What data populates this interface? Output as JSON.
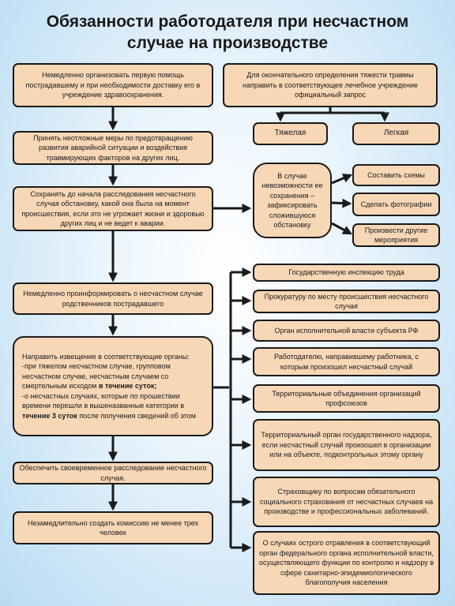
{
  "title_line1": "Обязанности работодателя при несчастном",
  "title_line2": "случае на производстве",
  "left": {
    "b1": "Немедленно организовать первую помощь пострадавшему и при необходимости доставку его в учреждение здравоохранения.",
    "b2": "Принять неотложные меры по предотвращению развития аварийной ситуации и воздействия травмирующих факторов на других лиц.",
    "b3": "Сохранять до начала расследования несчастного случая обстановку, какой она была на момент происшествия, если это не угрожает жизни и здоровью других лиц и не ведет к аварии.",
    "b4": "Немедленно проинформировать о несчастном случае родственников пострадавшего",
    "b5_p1": "Направить извещение в соответствующие органы:",
    "b5_p2": "-при тяжелом несчастном случае, групповом несчастном случае, несчастным случаем со смертельным исходом ",
    "b5_p2_bold": "в течение суток",
    "b5_p3": "-о несчастных случаях, которые по прошествии времени перешли в вышеназванные категории в ",
    "b5_p3_bold": "течение 3 суток",
    "b5_p4": " после получения сведений об этом",
    "b6": "Обеспечить своевременное расследование несчастного случая.",
    "b7": "Незамедлительно создать комиссию не менее трех человек"
  },
  "right_top": {
    "box": "Для окончательного определения тяжести травмы направить в соответствующее лечебное учреждение официальный запрос",
    "heavy": "Тяжелая",
    "light": "Легкая"
  },
  "middle": {
    "case": "В случае невозможности ее сохранения – зафиксировать сложившуюся обстановку",
    "scheme": "Составить схемы",
    "photo": "Сделать фотографии",
    "other": "Произвести другие мероприятия"
  },
  "recipients": [
    "Государственную инспекцию труда",
    "Прокуратуру по месту происшествия несчастного случая",
    "Орган исполнительной власти субъекта РФ",
    "Работодателю, направившему работника, с которым произошел несчастный случай",
    "Территориальные объединения организаций профсоюзов",
    "Территориальный орган государственного надзора, если несчастный случай произошел в организации или на объекте, подконтрольных этому органу",
    "Страховщику по вопросам обязательного социального страхования от несчастных случаев на производстве и профессиональных заболеваний.",
    "О случаях острого отравления в соответствующий орган федерального органа исполнительной власти, осуществляющего функции по контролю и надзору в сфере санитарно-эпидемиологического благополучия населения"
  ]
}
